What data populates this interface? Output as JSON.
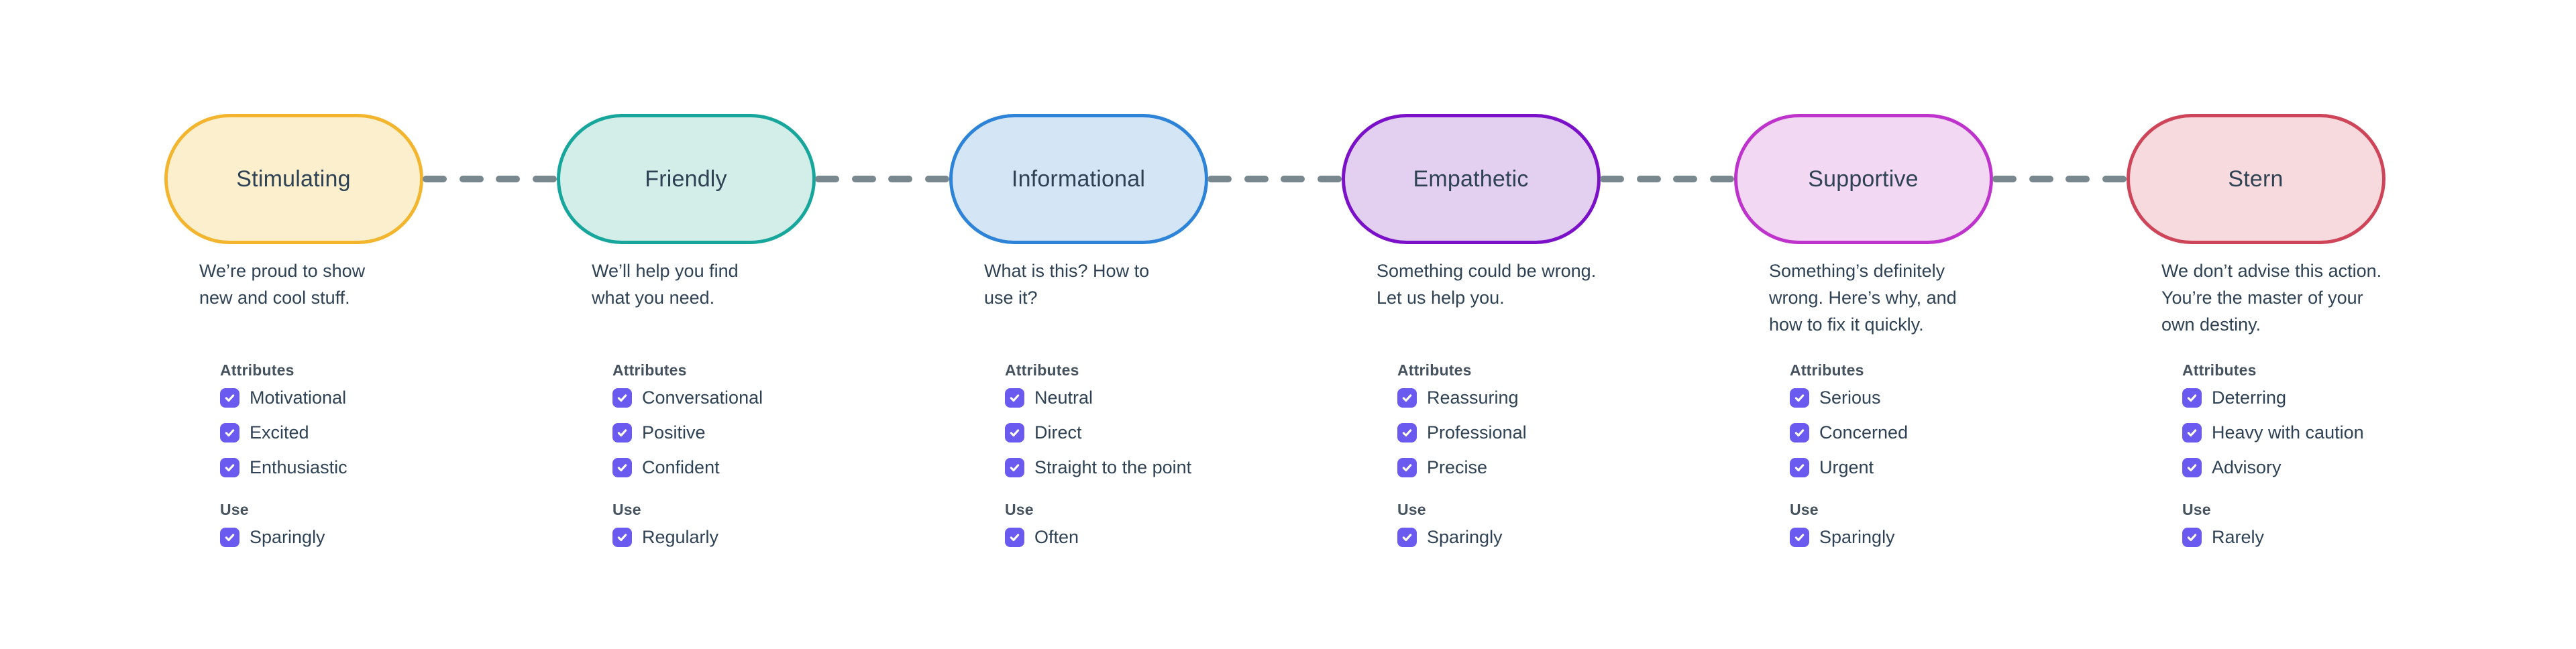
{
  "palette": {
    "background": "#FFFFFF",
    "text_color": "#2F4254",
    "header_color": "#46535F",
    "checkbox_color": "#6B5AF0",
    "connector_color": "#79878F"
  },
  "labels": {
    "attributes": "Attributes",
    "use": "Use"
  },
  "tones": [
    {
      "name": "Stimulating",
      "border_color": "#F2B52D",
      "fill_color": "#FBEFCE",
      "description_lines": [
        "We’re proud to show",
        "new and cool stuff."
      ],
      "attributes": [
        "Motivational",
        "Excited",
        "Enthusiastic"
      ],
      "use": "Sparingly"
    },
    {
      "name": "Friendly",
      "border_color": "#16A69B",
      "fill_color": "#D3EDE9",
      "description_lines": [
        "We’ll help you find",
        "what you need."
      ],
      "attributes": [
        "Conversational",
        "Positive",
        "Confident"
      ],
      "use": "Regularly"
    },
    {
      "name": "Informational",
      "border_color": "#2C83D8",
      "fill_color": "#D4E5F6",
      "description_lines": [
        "What is this? How to",
        "use it?"
      ],
      "attributes": [
        "Neutral",
        "Direct",
        "Straight to the point"
      ],
      "use": "Often"
    },
    {
      "name": "Empathetic",
      "border_color": "#7B10C9",
      "fill_color": "#E3D0F1",
      "description_lines": [
        "Something could be wrong.",
        "Let us help you."
      ],
      "attributes": [
        "Reassuring",
        "Professional",
        "Precise"
      ],
      "use": "Sparingly"
    },
    {
      "name": "Supportive",
      "border_color": "#BE33CC",
      "fill_color": "#F2D8F3",
      "description_lines": [
        "Something’s definitely",
        "wrong. Here’s why, and",
        "how to fix it quickly."
      ],
      "attributes": [
        "Serious",
        "Concerned",
        "Urgent"
      ],
      "use": "Sparingly"
    },
    {
      "name": "Stern",
      "border_color": "#CE4458",
      "fill_color": "#F7DADD",
      "description_lines": [
        "We don’t advise this action.",
        "You’re the master of your",
        "own destiny."
      ],
      "attributes": [
        "Deterring",
        "Heavy with caution",
        "Advisory"
      ],
      "use": "Rarely"
    }
  ]
}
